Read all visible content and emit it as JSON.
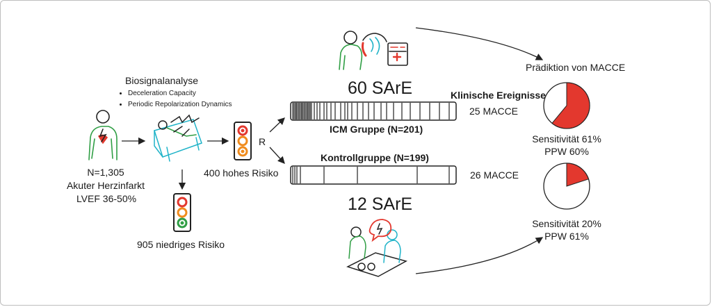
{
  "patients": {
    "count": "N=1,305",
    "condition": "Akuter Herzinfarkt",
    "lvef": "LVEF 36-50%"
  },
  "biosignal": {
    "title": "Biosignalanalyse",
    "methods": [
      "Deceleration Capacity",
      "Periodic Repolarization Dynamics"
    ]
  },
  "risk": {
    "high": "400 hohes Risiko",
    "low": "905 niedriges Risiko",
    "randomization": "R"
  },
  "icm": {
    "sare": "60 SArE",
    "group": "ICM Gruppe (N=201)",
    "macce": "25 MACCE"
  },
  "control": {
    "sare": "12 SArE",
    "group": "Kontrollgruppe (N=199)",
    "macce": "26 MACCE"
  },
  "events_heading": "Klinische Ereignisse",
  "prediction_title": "Prädiktion von MACCE",
  "pie_icm": {
    "sensitivity": "Sensitivität 61%",
    "ppv": "PPW 60%",
    "value": 0.61
  },
  "pie_control": {
    "sensitivity": "Sensitivität 20%",
    "ppv": "PPW 61%",
    "value": 0.2
  },
  "colors": {
    "red": "#e3382e",
    "green": "#2f9e44",
    "teal": "#1fb3c8",
    "orange": "#f08c1e",
    "dark": "#222222"
  }
}
